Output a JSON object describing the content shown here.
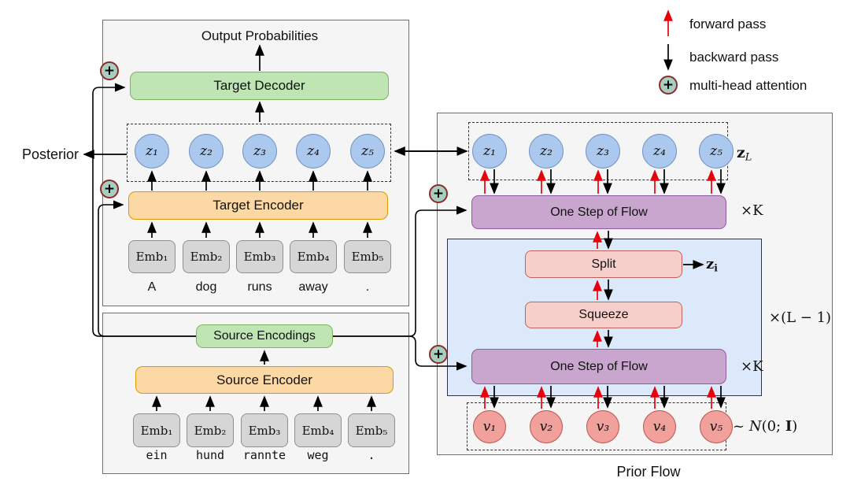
{
  "legend": {
    "forward_label": "forward pass",
    "backward_label": "backward pass",
    "attention_label": "multi-head attention"
  },
  "icons": {
    "attention_plus": "+"
  },
  "posterior_label": "Posterior",
  "target_panel": {
    "output_label": "Output Probabilities",
    "decoder_label": "Target Decoder",
    "encoder_label": "Target Encoder",
    "z_nodes": [
      "z₁",
      "z₂",
      "z₃",
      "z₄",
      "z₅"
    ],
    "emb_nodes": [
      "Emb₁",
      "Emb₂",
      "Emb₃",
      "Emb₄",
      "Emb₅"
    ],
    "words": [
      "A",
      "dog",
      "runs",
      "away",
      "."
    ]
  },
  "source_panel": {
    "encodings_label": "Source Encodings",
    "encoder_label": "Source Encoder",
    "emb_nodes": [
      "Emb₁",
      "Emb₂",
      "Emb₃",
      "Emb₄",
      "Emb₅"
    ],
    "words": [
      "ein",
      "hund",
      "rannte",
      "weg",
      "."
    ]
  },
  "prior_panel": {
    "title": "Prior Flow",
    "z_nodes": [
      "z₁",
      "z₂",
      "z₃",
      "z₄",
      "z₅"
    ],
    "z_row_label_base": "z",
    "z_row_label_sub": "L",
    "flow_top_label": "One Step of Flow",
    "flow_top_mult": "×K",
    "split_label": "Split",
    "split_out_base": "z",
    "split_out_sub": "i",
    "squeeze_label": "Squeeze",
    "inner_mult": "×(L − 1)",
    "flow_bottom_label": "One Step of Flow",
    "flow_bottom_mult": "×K",
    "v_nodes": [
      "v₁",
      "v₂",
      "v₃",
      "v₄",
      "v₅"
    ],
    "noise_tilde": "~ ",
    "noise_n": "N",
    "noise_rest": "(0; ",
    "noise_bold_i": "I",
    "noise_close": ")"
  },
  "colors": {
    "panel_bg": "#f5f5f5",
    "green_fill": "#bfe5b4",
    "green_stroke": "#7db25f",
    "orange_fill": "#fcd9a4",
    "orange_stroke": "#d79b00",
    "purple_fill": "#c8a6cd",
    "purple_stroke": "#8f5ba6",
    "pink_fill": "#f7cfca",
    "pink_stroke": "#c4615a",
    "blue_node_fill": "#abc9ee",
    "blue_node_stroke": "#6c8ebf",
    "red_node_fill": "#f1a09b",
    "red_node_stroke": "#b85450",
    "inner_box_bg": "#dce9fb",
    "gray_fill": "#d6d6d6",
    "attention_fill": "#a6cfc2",
    "attention_stroke": "#8e2a2a",
    "forward_red": "#e8000b",
    "line_black": "#000000"
  }
}
